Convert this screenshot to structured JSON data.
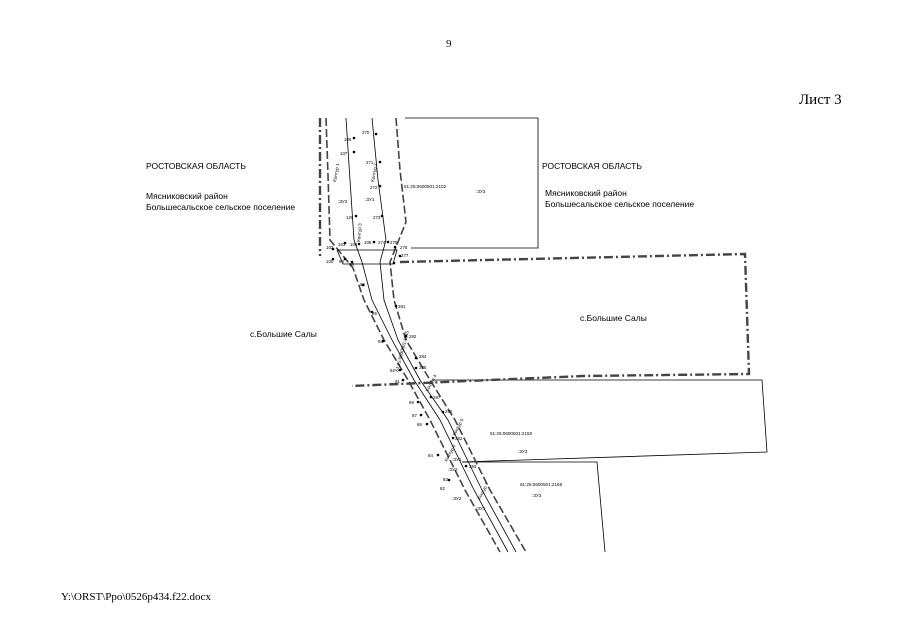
{
  "page_number": "9",
  "sheet_label": "Лист 3",
  "file_path": "Y:\\ORST\\Ppo\\0526p434.f22.docx",
  "map": {
    "region_left": "РОСТОВСКАЯ ОБЛАСТЬ",
    "district_left": "Мясниковский район",
    "settlement_left": "Большесальское сельское поселение",
    "region_right": "РОСТОВСКАЯ ОБЛАСТЬ",
    "district_right": "Мясниковский район",
    "settlement_right": "Большесальское сельское поселение",
    "village_left": "с.Большие Салы",
    "village_right": "с.Большие Салы",
    "parcels": [
      {
        "cadastral": "61:25:0600501:2102",
        "zone": ":ЗУ3"
      },
      {
        "cadastral": "61:25:0600501:2150",
        "zone": ":ЗУ3"
      },
      {
        "cadastral": "61:25:0600501:2156",
        "zone": ":ЗУ3"
      }
    ],
    "contours": [
      "Контур 1",
      "Контур 2",
      "Контур 3",
      "Контур 4",
      "Контур 5",
      "Контур 6",
      "Контур 7"
    ],
    "zone_labels": {
      "zu2_a": ":ЗУ2",
      "zu2_b": ":ЗУ2",
      "zu2_c": ":ЗУ2",
      "zu1_a": ":ЗУ1",
      "zu1_b": ":ЗУ1",
      "zu1_c": ":ЗУ1"
    },
    "road_cadastral": "61:25:0600501:1645",
    "point_numbers": {
      "p270": "270",
      "p106": "106",
      "p271": "271",
      "p107": "107",
      "p272": "272",
      "p126": "126",
      "p273": "273",
      "p102": "102",
      "p103": "103",
      "p104": "104",
      "p105": "105",
      "p274": "274",
      "p275": "275",
      "p276": "276",
      "p277": "277",
      "p100": "100",
      "p99": "99",
      "p98": "98",
      "p96": "96",
      "p95": "95",
      "p281": "281",
      "p94": "94",
      "p282": "282",
      "p284": "284",
      "p285": "285",
      "p92": "92",
      "p91": "91",
      "p287": "287",
      "p89": "89",
      "p290": "290",
      "p87": "87",
      "p86": "86",
      "p292": "292",
      "p84": "84",
      "p293": "293",
      "p83": "83",
      "p82": "82"
    }
  }
}
